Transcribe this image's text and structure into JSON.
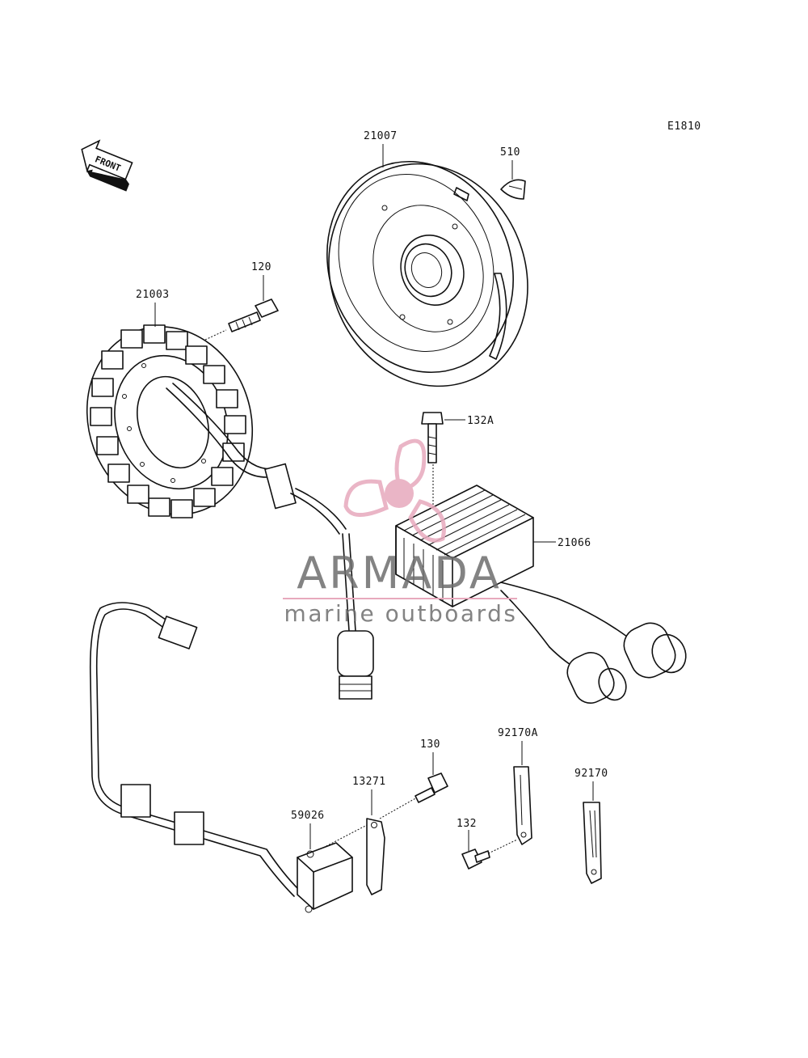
{
  "diagram_code": "E1810",
  "front_label": "FRONT",
  "parts": {
    "p21007": "21007",
    "p510": "510",
    "p120": "120",
    "p21003": "21003",
    "p132A": "132A",
    "p21066": "21066",
    "p130": "130",
    "p92170A": "92170A",
    "p13271": "13271",
    "p92170": "92170",
    "p59026": "59026",
    "p132": "132"
  },
  "watermark": {
    "brand": "ARMADA",
    "tagline": "marine outboards",
    "color_logo": "#e7a9bd",
    "color_text": "#6d6d6d"
  }
}
